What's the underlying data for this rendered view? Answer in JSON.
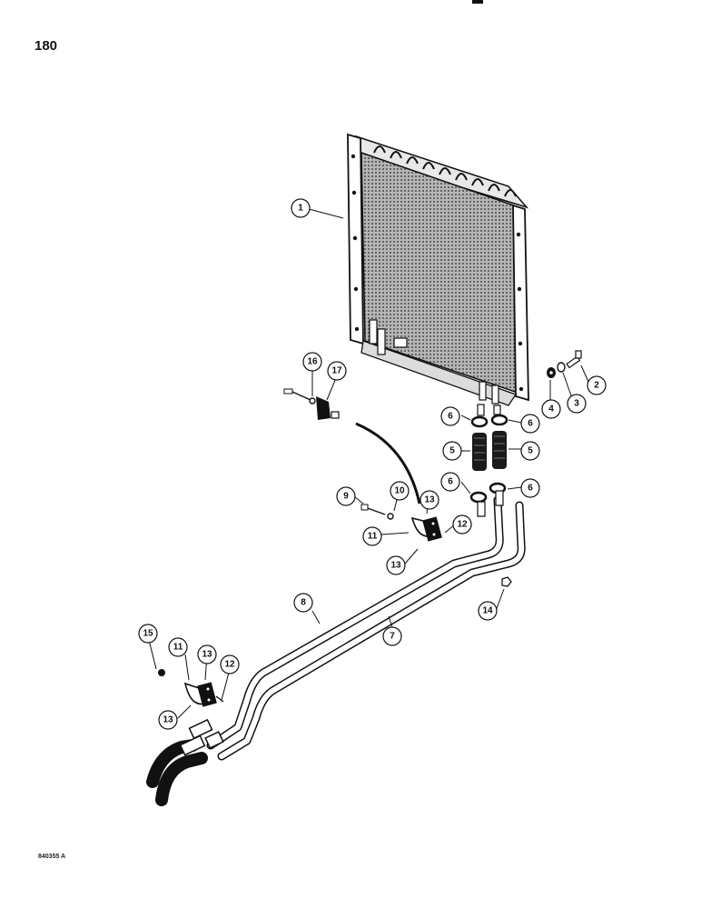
{
  "page": {
    "number": "180",
    "figure_code": "840355 A"
  },
  "callouts": [
    "1",
    "2",
    "3",
    "4",
    "5",
    "5",
    "6",
    "6",
    "6",
    "6",
    "7",
    "8",
    "9",
    "10",
    "11",
    "11",
    "12",
    "12",
    "13",
    "13",
    "13",
    "13",
    "14",
    "15",
    "16",
    "17"
  ],
  "colors": {
    "ink": "#111111",
    "paper": "#ffffff",
    "core_fill": "#9a9a9a"
  }
}
